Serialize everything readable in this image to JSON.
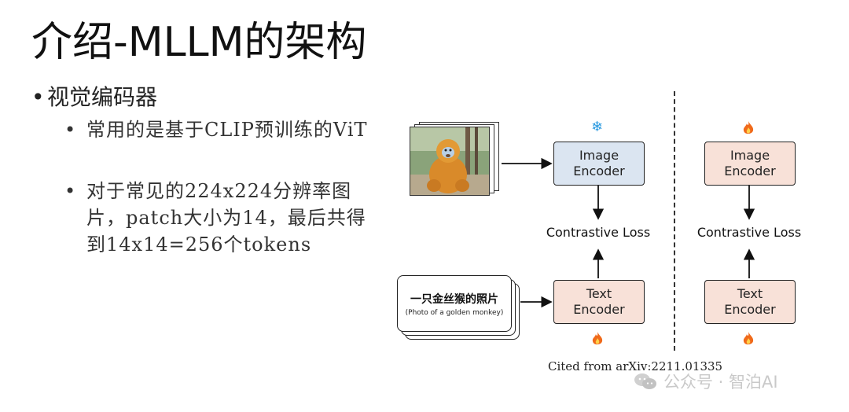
{
  "slide": {
    "title": "介绍-MLLM的架构",
    "bullet_main": "视觉编码器",
    "sub_bullets": [
      "常用的是基于CLIP预训练的ViT",
      "对于常见的224x224分辨率图片，patch大小为14，最后共得到14x14=256个tokens"
    ]
  },
  "diagram": {
    "left": {
      "image_encoder_label": [
        "Image",
        "Encoder"
      ],
      "text_encoder_label": [
        "Text",
        "Encoder"
      ],
      "loss_label": "Contrastive Loss",
      "image_encoder_state_icon": "snowflake-icon",
      "text_encoder_state_icon": "fire-icon"
    },
    "right": {
      "image_encoder_label": [
        "Image",
        "Encoder"
      ],
      "text_encoder_label": [
        "Text",
        "Encoder"
      ],
      "loss_label": "Contrastive Loss",
      "image_encoder_state_icon": "fire-icon",
      "text_encoder_state_icon": "fire-icon"
    },
    "caption_cn": "一只金丝猴的照片",
    "caption_en": "(Photo of a golden monkey)"
  },
  "citation": "Cited from arXiv:2211.01335",
  "watermark": "公众号 · 智泊AI",
  "colors": {
    "image_encoder_frozen": "#dbe5f1",
    "encoder_trainable": "#f8e1d8",
    "snowflake": "#2a9ae0",
    "fire": "#f06a1a"
  }
}
